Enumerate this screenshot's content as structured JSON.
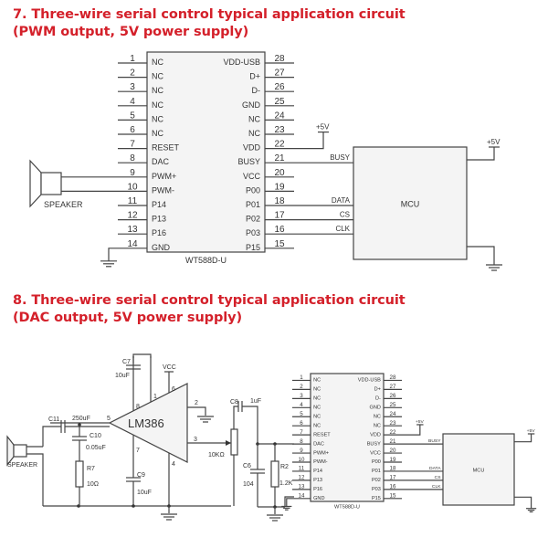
{
  "sections": [
    {
      "title_line1": "7. Three-wire serial control typical application circuit",
      "title_line2": "(PWM output, 5V power supply)"
    },
    {
      "title_line1": "8. Three-wire serial control typical application circuit",
      "title_line2": "(DAC output, 5V power supply)"
    }
  ],
  "chip": {
    "name": "WT588D-U",
    "left_pins": [
      {
        "num": "1",
        "label": "NC"
      },
      {
        "num": "2",
        "label": "NC"
      },
      {
        "num": "3",
        "label": "NC"
      },
      {
        "num": "4",
        "label": "NC"
      },
      {
        "num": "5",
        "label": "NC"
      },
      {
        "num": "6",
        "label": "NC"
      },
      {
        "num": "7",
        "label": "RESET"
      },
      {
        "num": "8",
        "label": "DAC"
      },
      {
        "num": "9",
        "label": "PWM+"
      },
      {
        "num": "10",
        "label": "PWM-"
      },
      {
        "num": "11",
        "label": "P14"
      },
      {
        "num": "12",
        "label": "P13"
      },
      {
        "num": "13",
        "label": "P16"
      },
      {
        "num": "14",
        "label": "GND"
      }
    ],
    "right_pins": [
      {
        "num": "28",
        "label": "VDD-USB"
      },
      {
        "num": "27",
        "label": "D+"
      },
      {
        "num": "26",
        "label": "D-"
      },
      {
        "num": "25",
        "label": "GND"
      },
      {
        "num": "24",
        "label": "NC"
      },
      {
        "num": "23",
        "label": "NC"
      },
      {
        "num": "22",
        "label": "VDD"
      },
      {
        "num": "21",
        "label": "BUSY"
      },
      {
        "num": "20",
        "label": "VCC"
      },
      {
        "num": "19",
        "label": "P00"
      },
      {
        "num": "18",
        "label": "P01"
      },
      {
        "num": "17",
        "label": "P02"
      },
      {
        "num": "16",
        "label": "P03"
      },
      {
        "num": "15",
        "label": "P15"
      }
    ]
  },
  "mcu": {
    "label": "MCU",
    "signals": {
      "busy": "BUSY",
      "data": "DATA",
      "cs": "CS",
      "clk": "CLK"
    },
    "power": "+5V"
  },
  "speaker_label": "SPEAKER",
  "amp": {
    "label": "LM386",
    "pins": {
      "p1": "1",
      "p2": "2",
      "p3": "3",
      "p4": "4",
      "p5": "5",
      "p6": "6",
      "p7": "7",
      "p8": "8"
    },
    "vcc": "VCC"
  },
  "components": {
    "c7": {
      "name": "C7",
      "value": "10uF"
    },
    "c9": {
      "name": "C9",
      "value": "10uF"
    },
    "c10": {
      "name": "C10",
      "value": "0.05uF"
    },
    "c11": {
      "name": "C11",
      "value": "250uF"
    },
    "c8": {
      "name": "C8",
      "value": "1uF"
    },
    "c6": {
      "name": "C6",
      "value": "104"
    },
    "r7": {
      "name": "R7",
      "value": "10Ω"
    },
    "r2": {
      "name": "R2",
      "value": "1.2K"
    },
    "pot": {
      "value": "10KΩ"
    }
  }
}
